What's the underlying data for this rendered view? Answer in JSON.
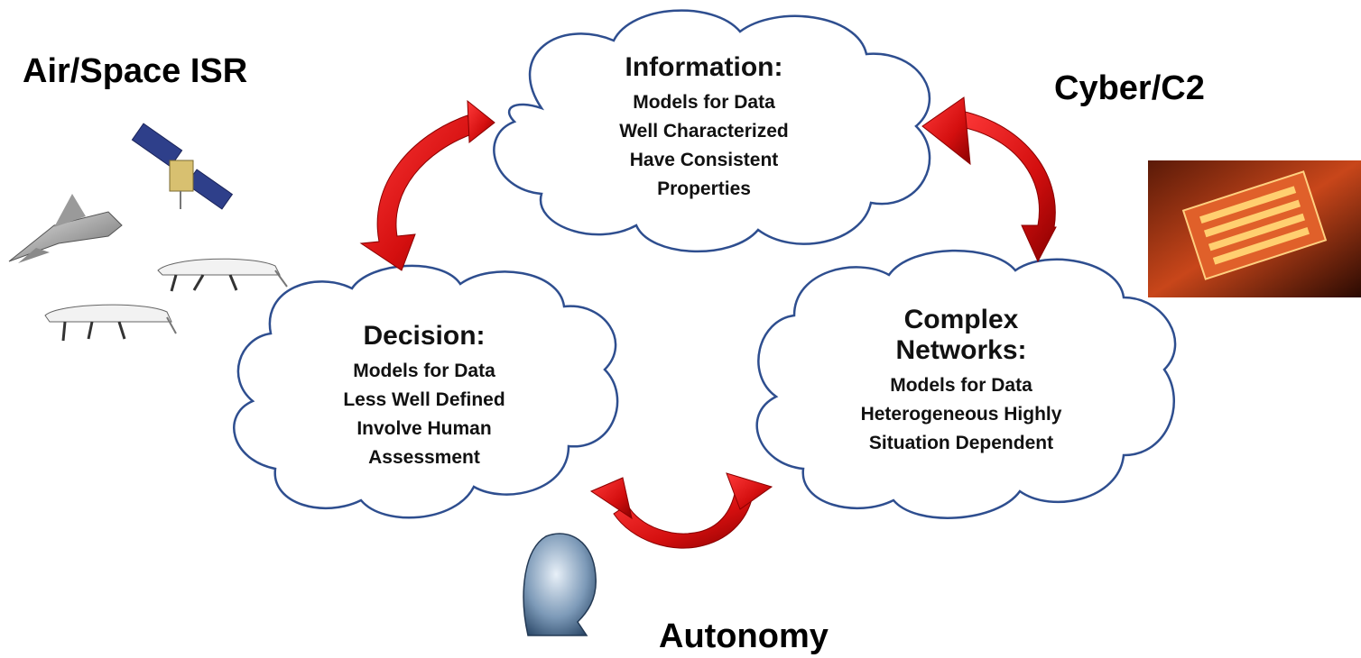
{
  "corners": {
    "air_space": "Air/Space ISR",
    "cyber": "Cyber/C2",
    "autonomy": "Autonomy"
  },
  "clouds": {
    "information": {
      "title": "Information:",
      "lines": [
        "Models for Data",
        "Well Characterized",
        "Have Consistent",
        "Properties"
      ]
    },
    "decision": {
      "title": "Decision:",
      "lines": [
        "Models for Data",
        "Less Well Defined",
        "Involve  Human",
        "Assessment"
      ]
    },
    "networks": {
      "title_lines": [
        "Complex",
        "Networks:"
      ],
      "lines": [
        "Models for Data",
        "Heterogeneous Highly",
        "Situation Dependent"
      ]
    }
  },
  "colors": {
    "cloud_stroke": "#2e4e8f",
    "arrow_fill": "#e01010",
    "arrow_dark": "#8a0000"
  },
  "icons": [
    "jet-icon",
    "satellite-icon",
    "drone-icon",
    "chip-image",
    "human-head-icon"
  ]
}
